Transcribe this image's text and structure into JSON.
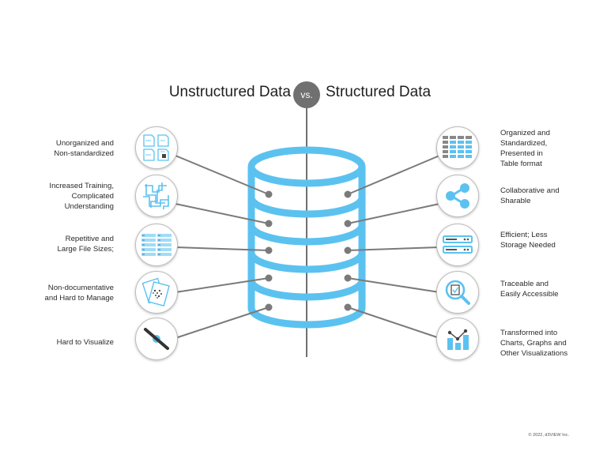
{
  "title_left": "Unstructured Data",
  "title_vs": "vs.",
  "title_right": "Structured Data",
  "left_items": [
    {
      "icon": "document-files-icon",
      "lines": [
        "Unorganized and",
        "Non-standardized"
      ]
    },
    {
      "icon": "tangled-network-icon",
      "lines": [
        "Increased Training,",
        "Complicated",
        "Understanding"
      ]
    },
    {
      "icon": "stacked-records-icon",
      "lines": [
        "Repetitive and",
        "Large File Sizes;"
      ]
    },
    {
      "icon": "scattered-pages-icon",
      "lines": [
        "Non-documentative",
        "and Hard to Manage"
      ]
    },
    {
      "icon": "hidden-eye-icon",
      "lines": [
        "Hard to Visualize"
      ]
    }
  ],
  "right_items": [
    {
      "icon": "table-grid-icon",
      "lines": [
        "Organized and",
        "Standardized,",
        "Presented in",
        "Table format"
      ]
    },
    {
      "icon": "share-icon",
      "lines": [
        "Collaborative and",
        "Sharable"
      ]
    },
    {
      "icon": "server-storage-icon",
      "lines": [
        "Efficient; Less",
        "Storage Needed"
      ]
    },
    {
      "icon": "search-document-icon",
      "lines": [
        "Traceable and",
        "Easily Accessible"
      ]
    },
    {
      "icon": "chart-icon",
      "lines": [
        "Transformed into",
        "Charts, Graphs and",
        "Other Visualizations"
      ]
    }
  ],
  "file_labels": [
    "data",
    "doc",
    "data",
    "doc"
  ],
  "copyright": "© 2022, d3VIEW Inc.",
  "colors": {
    "accent": "#5bc2f0",
    "connector": "#7a7a7a",
    "divider": "#707070"
  }
}
